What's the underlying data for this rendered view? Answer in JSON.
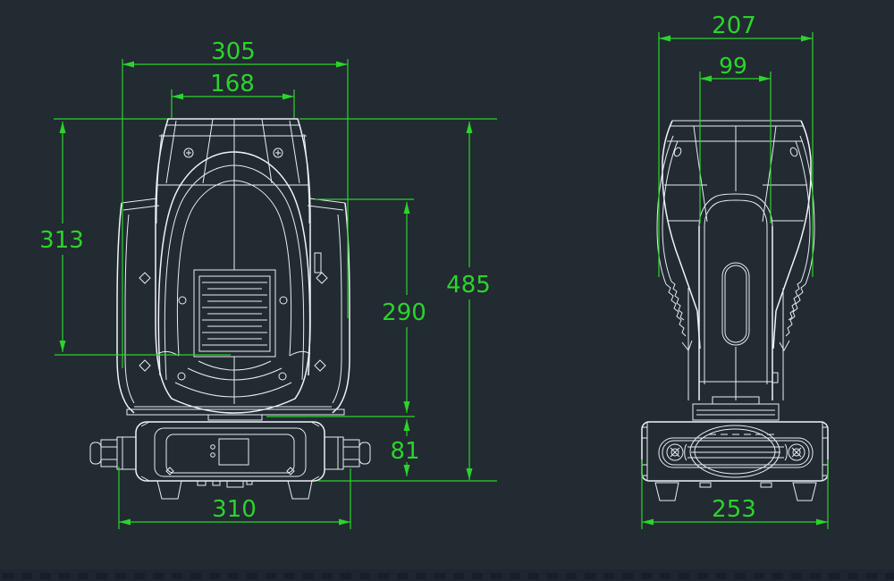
{
  "document": {
    "type": "cad-technical-drawing",
    "subject": "moving-head-stage-light dimension drawing, front and side orthographic views"
  },
  "canvas": {
    "background_color": "#222a32",
    "geometry_line_color": "#e8edf3",
    "dimension_color": "#2bd42b",
    "bottom_bar_color": "#1e2631"
  },
  "front_view": {
    "label": "front-view",
    "dims": {
      "overall_width": "305",
      "head_top_width": "168",
      "head_height": "313",
      "overall_height": "485",
      "yoke_height": "290",
      "base_height": "81",
      "base_width": "310"
    }
  },
  "side_view": {
    "label": "side-view",
    "dims": {
      "overall_depth": "207",
      "arm_width": "99",
      "base_depth": "253"
    }
  }
}
